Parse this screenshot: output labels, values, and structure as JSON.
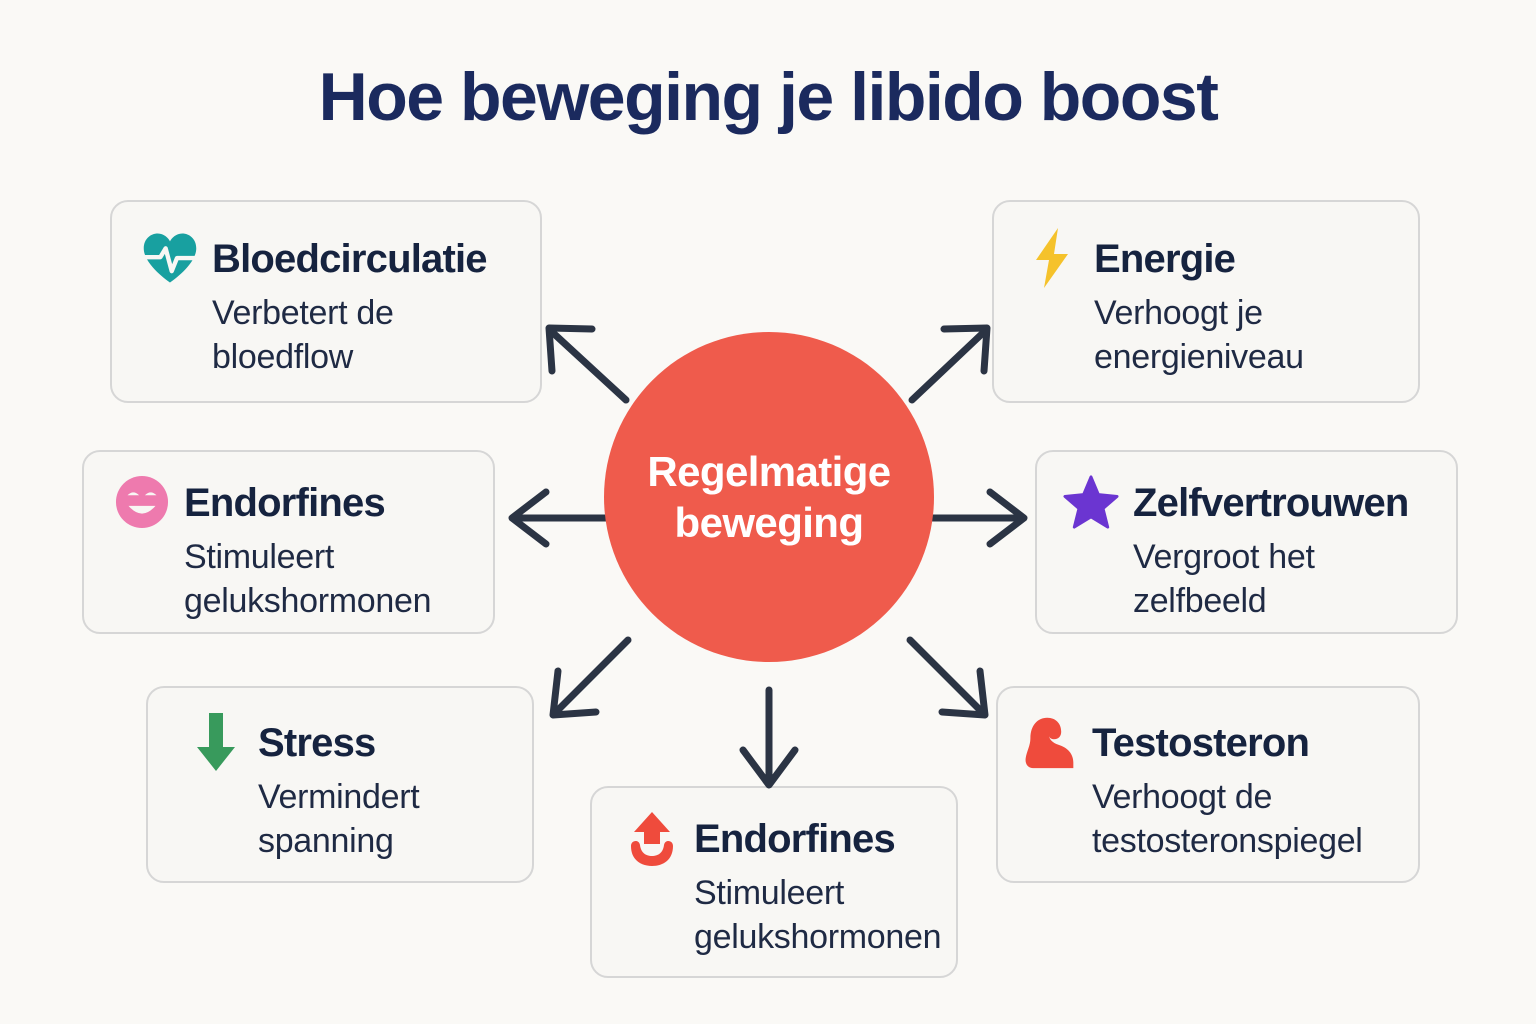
{
  "page": {
    "title": "Hoe beweging je libido boost",
    "background_color": "#FAF9F6",
    "title_color": "#1B2A5E"
  },
  "hub": {
    "label": "Regelmatige beweging",
    "line1": "Regelmatige",
    "line2": "beweging",
    "fill_color": "#EF5B4C",
    "text_color": "#FFFFFF"
  },
  "arrows": {
    "color": "#2B3444",
    "count": 6,
    "directions": [
      "up-left",
      "up-right",
      "left",
      "right",
      "down-left",
      "down",
      "down-right"
    ]
  },
  "cards": [
    {
      "id": "bloedcirculatie",
      "title": "Bloedcirculatie",
      "description": "Verbetert de bloedflow",
      "icon": "heart-pulse-icon",
      "icon_color": "#18A0A0",
      "position": "top-left"
    },
    {
      "id": "energie",
      "title": "Energie",
      "description": "Verhoogt je energieniveau",
      "icon": "lightning-bolt-icon",
      "icon_color": "#F5C22B",
      "position": "top-right"
    },
    {
      "id": "endorfines-left",
      "title": "Endorfines",
      "description": "Stimuleert gelukshormonen",
      "icon": "smiley-face-icon",
      "icon_color": "#EE7AAE",
      "position": "middle-left"
    },
    {
      "id": "zelfvertrouwen",
      "title": "Zelfvertrouwen",
      "description": "Vergroot het zelfbeeld",
      "icon": "star-icon",
      "icon_color": "#6B35D1",
      "position": "middle-right"
    },
    {
      "id": "stress",
      "title": "Stress",
      "description": "Vermindert spanning",
      "icon": "arrow-down-icon",
      "icon_color": "#389A5C",
      "position": "bottom-left"
    },
    {
      "id": "testosteron",
      "title": "Testosteron",
      "description": "Verhoogt de testosteronspiegel",
      "icon": "flexed-bicep-icon",
      "icon_color": "#EF4B3C",
      "position": "bottom-right"
    },
    {
      "id": "endorfines-bottom",
      "title": "Endorfines",
      "description": "Stimuleert gelukshormonen",
      "icon": "arrow-up-bowl-icon",
      "icon_color": "#EF4B3C",
      "position": "bottom-center"
    }
  ]
}
